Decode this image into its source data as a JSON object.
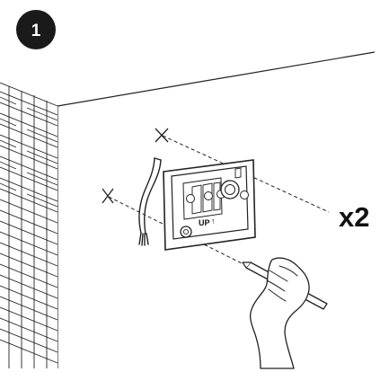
{
  "step": {
    "number": "1",
    "badge_color": "#1a1a1a"
  },
  "plate_label": "UP",
  "plate_arrow": "↑",
  "quantity_label": "x2",
  "icons": {
    "wall": "brick-wall-icon",
    "device": "wall-plate-device-icon",
    "hand": "hand-with-pencil-icon",
    "mark": "cross-mark-icon"
  }
}
